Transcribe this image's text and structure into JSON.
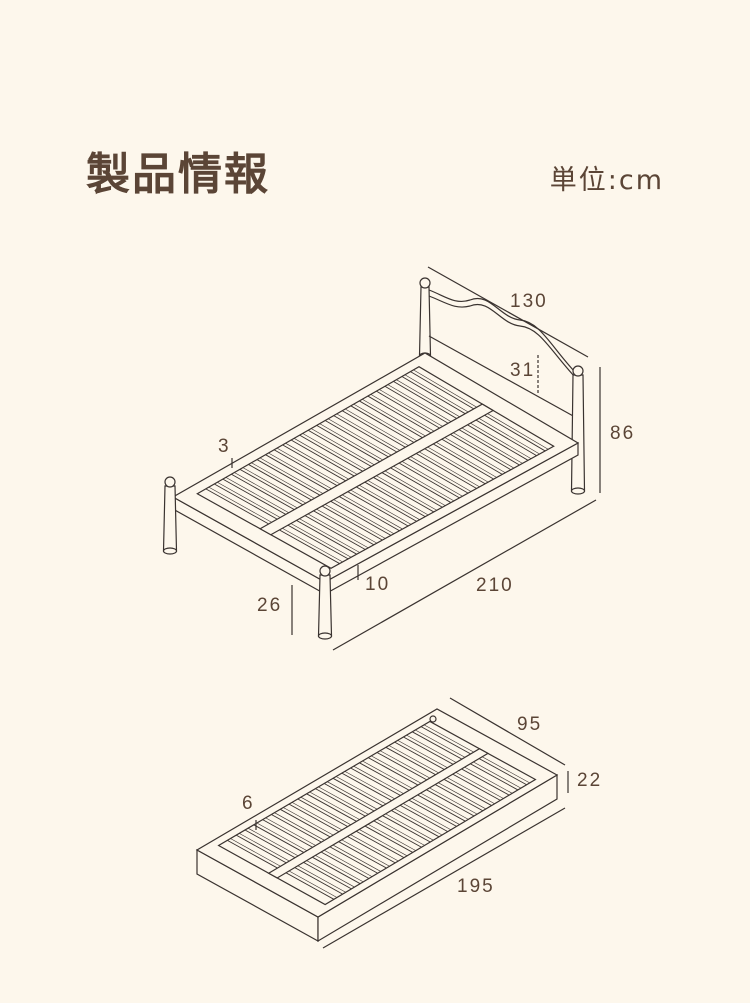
{
  "header": {
    "title": "製品情報",
    "unit": "単位:cm"
  },
  "bed": {
    "dimensions": {
      "width": "130",
      "headboard_height": "31",
      "height": "86",
      "frame_thickness": "3",
      "frame_height": "10",
      "leg_height": "26",
      "length": "210"
    }
  },
  "trundle": {
    "dimensions": {
      "width": "95",
      "height": "22",
      "side_height": "6",
      "length": "195"
    }
  },
  "colors": {
    "background": "#fdf7ec",
    "text": "#5b4536",
    "line": "#3a3330"
  }
}
